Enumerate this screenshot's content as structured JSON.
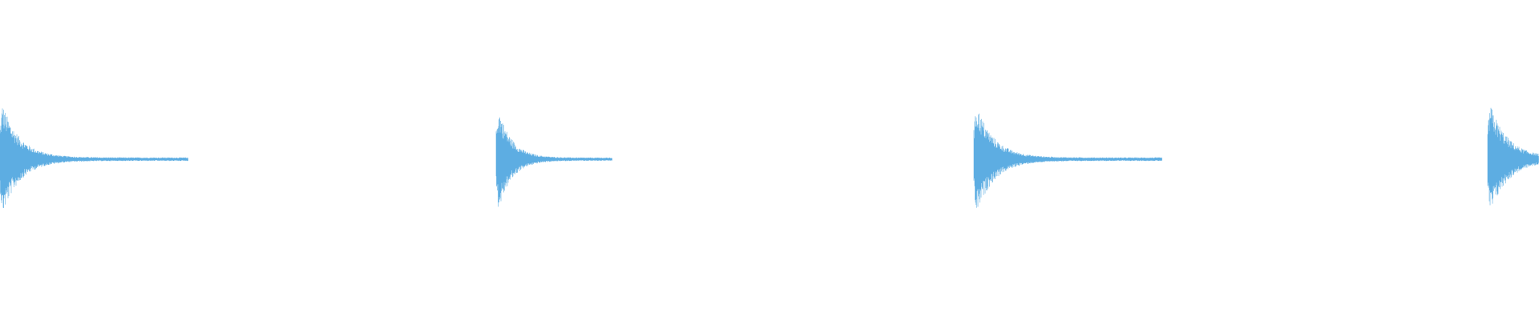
{
  "waveform": {
    "color": "#5dade2",
    "background": "#ffffff",
    "hits": [
      {
        "type": "long-decay"
      },
      {
        "type": "short-decay"
      },
      {
        "type": "long-decay"
      },
      {
        "type": "cut-off"
      }
    ]
  }
}
